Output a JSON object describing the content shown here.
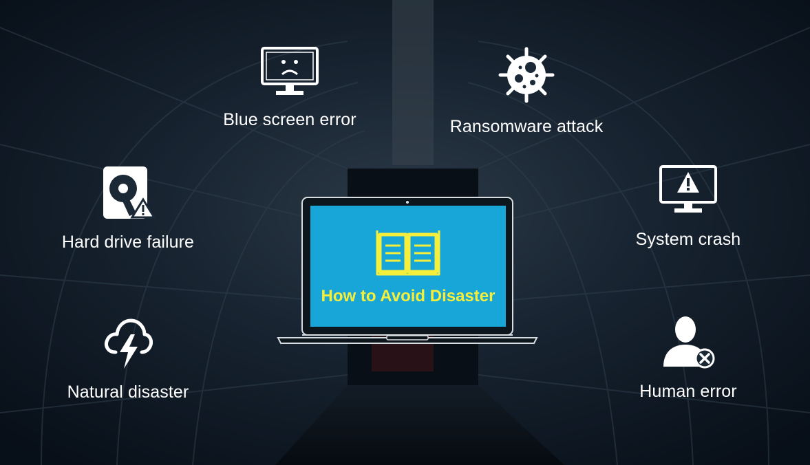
{
  "center": {
    "title": "How to Avoid Disaster",
    "icon": "open-book-icon"
  },
  "items": [
    {
      "id": "blue-screen",
      "label": "Blue screen error",
      "icon": "sad-monitor-icon"
    },
    {
      "id": "ransomware",
      "label": "Ransomware attack",
      "icon": "virus-icon"
    },
    {
      "id": "hard-drive",
      "label": "Hard drive failure",
      "icon": "hard-drive-warning-icon"
    },
    {
      "id": "system-crash",
      "label": "System crash",
      "icon": "monitor-warning-icon"
    },
    {
      "id": "natural",
      "label": "Natural disaster",
      "icon": "storm-cloud-icon"
    },
    {
      "id": "human",
      "label": "Human error",
      "icon": "user-error-icon"
    }
  ],
  "colors": {
    "screen": "#18a6d8",
    "accent_yellow": "#f5ef3b",
    "text": "#ffffff",
    "background_dark": "#0f1c2a"
  }
}
